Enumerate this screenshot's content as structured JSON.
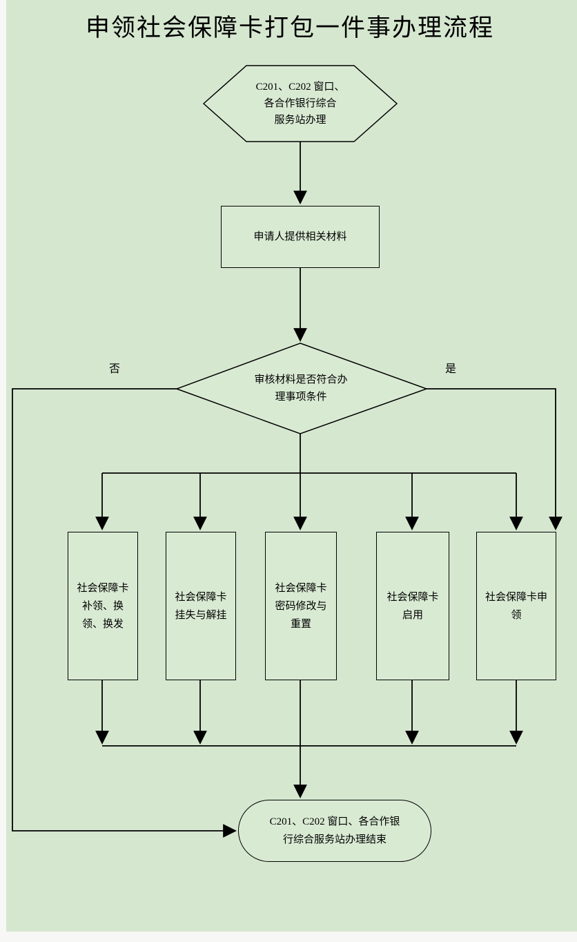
{
  "title": "申领社会保障卡打包一件事办理流程",
  "colors": {
    "background": "#d6e7d0",
    "shape_fill": "#d9ead3",
    "line": "#000000",
    "text": "#000000"
  },
  "nodes": {
    "start": {
      "type": "hexagon",
      "lines": [
        "C201、C202 窗口、",
        "各合作银行综合",
        "服务站办理"
      ]
    },
    "provide_materials": {
      "type": "process",
      "label": "申请人提供相关材料"
    },
    "review": {
      "type": "decision",
      "lines": [
        "审核材料是否符合办",
        "理事项条件"
      ],
      "no_label": "否",
      "yes_label": "是"
    },
    "branches": [
      {
        "label": "社会保障卡补领、换领、换发"
      },
      {
        "label": "社会保障卡挂失与解挂"
      },
      {
        "label": "社会保障卡密码修改与重置"
      },
      {
        "label": "社会保障卡启用"
      },
      {
        "label": "社会保障卡申领"
      }
    ],
    "end": {
      "type": "terminator",
      "lines": [
        "C201、C202 窗口、各合作银",
        "行综合服务站办理结束"
      ]
    }
  }
}
